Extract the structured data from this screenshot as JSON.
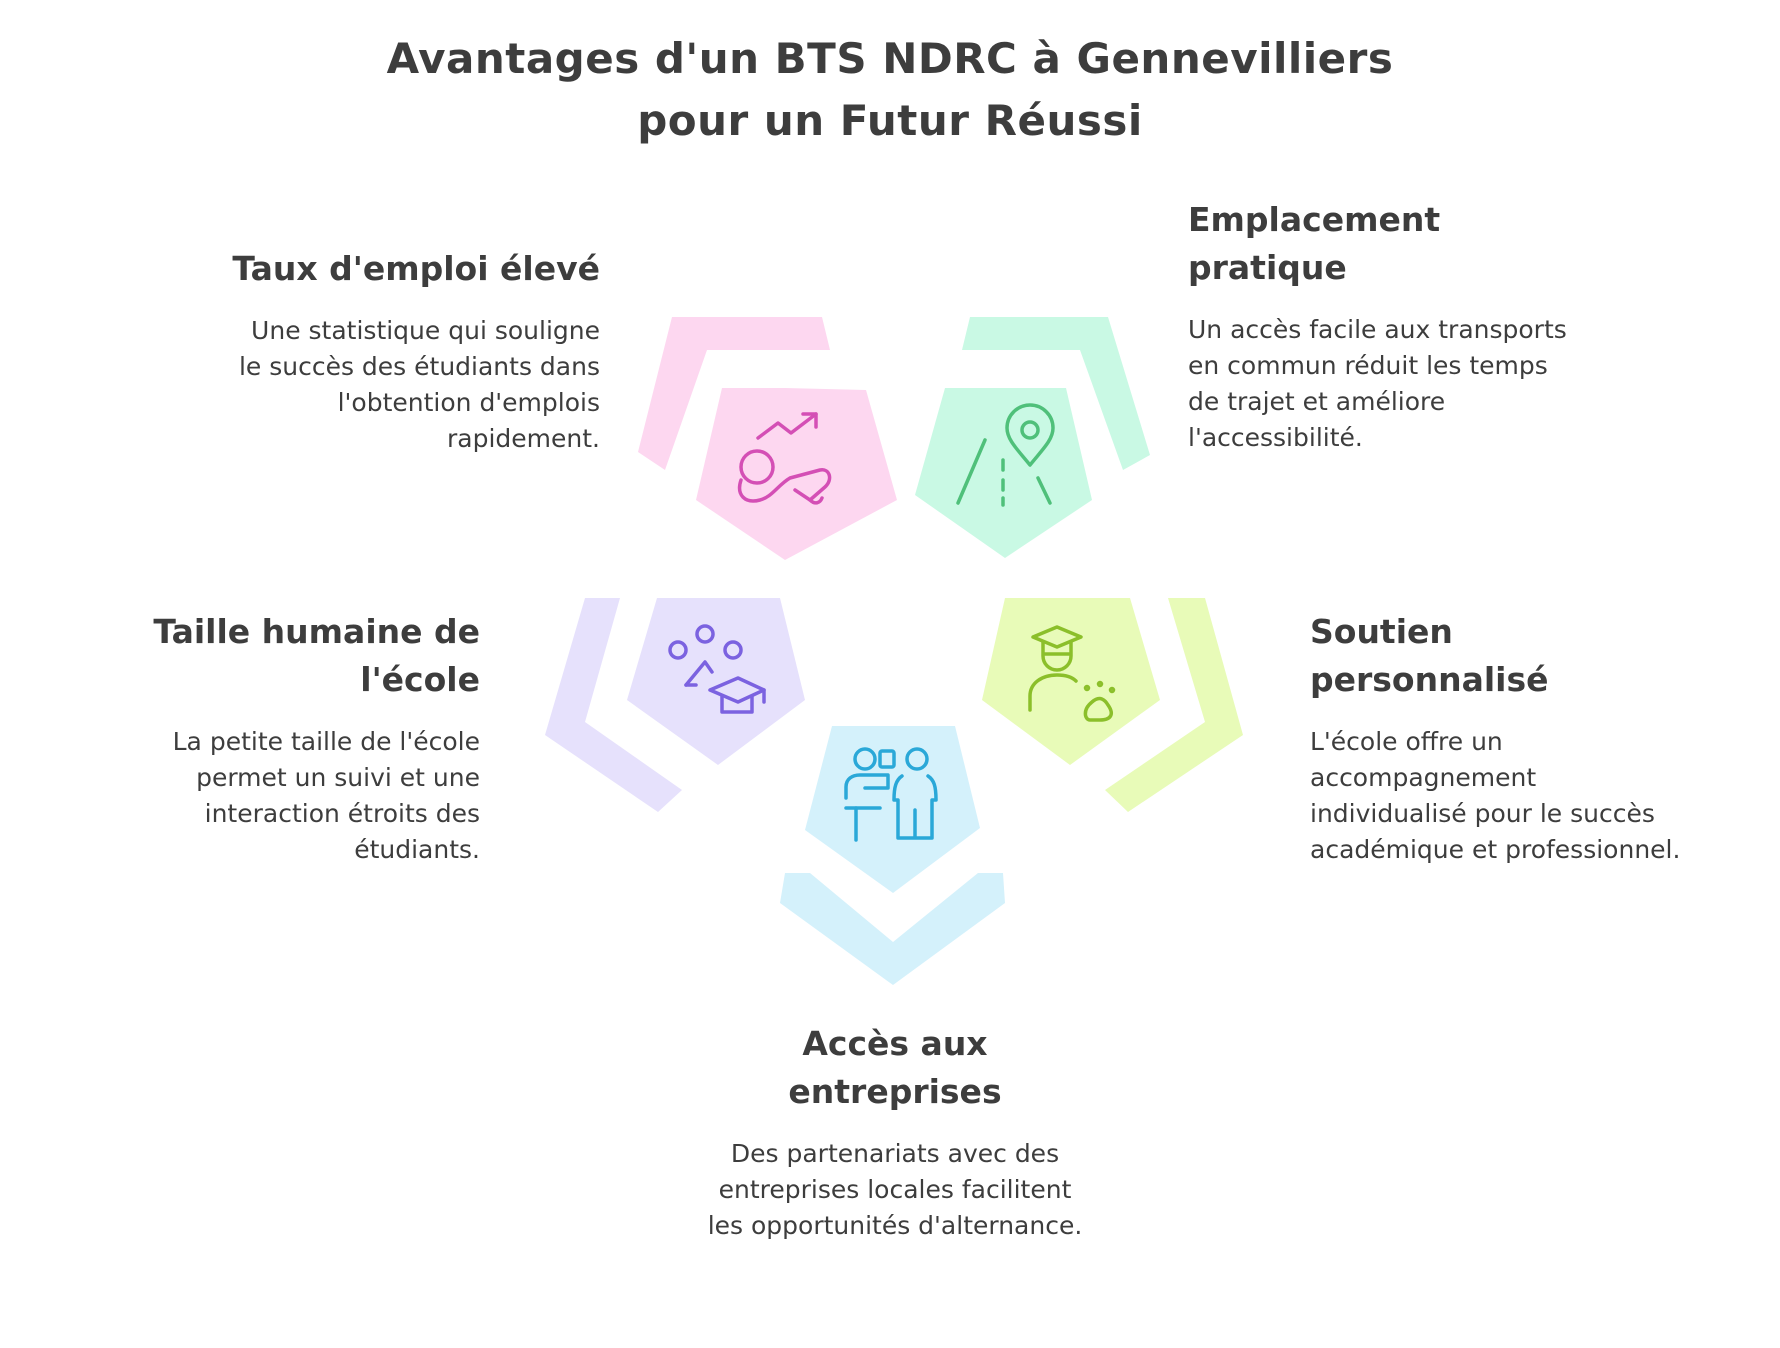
{
  "title": {
    "line1": "Avantages d'un BTS NDRC à Gennevilliers",
    "line2": "pour un Futur Réussi"
  },
  "colors": {
    "pink": "#fdd7f0",
    "pink_icon": "#d44fb5",
    "green": "#c9f9e4",
    "green_icon": "#4fc07a",
    "purple": "#e6e1fc",
    "purple_icon": "#7b62e0",
    "lime": "#e8fbb8",
    "lime_icon": "#8bbf2a",
    "blue": "#d4f1fb",
    "blue_icon": "#2aa8d8"
  },
  "items": {
    "emploi": {
      "heading": "Taux d'emploi élevé",
      "desc": [
        "Une statistique qui souligne",
        "le succès des étudiants dans",
        "l'obtention d'emplois",
        "rapidement."
      ],
      "icon": "growth-chart-icon"
    },
    "emplacement": {
      "heading": [
        "Emplacement",
        "pratique"
      ],
      "desc": [
        "Un accès facile aux transports",
        "en commun réduit les temps",
        "de trajet et améliore",
        "l'accessibilité."
      ],
      "icon": "road-location-icon"
    },
    "taille": {
      "heading": [
        "Taille humaine de",
        "l'école"
      ],
      "desc": [
        "La petite taille de l'école",
        "permet un suivi et une",
        "interaction étroits des",
        "étudiants."
      ],
      "icon": "graduation-group-icon"
    },
    "soutien": {
      "heading": [
        "Soutien",
        "personnalisé"
      ],
      "desc": [
        "L'école offre un",
        "accompagnement",
        "individualisé pour le succès",
        "académique et professionnel."
      ],
      "icon": "graduate-person-icon"
    },
    "entreprises": {
      "heading": [
        "Accès aux",
        "entreprises"
      ],
      "desc": [
        "Des partenariats avec des",
        "entreprises locales facilitent",
        "les opportunités d'alternance."
      ],
      "icon": "teacher-presentation-icon"
    }
  }
}
